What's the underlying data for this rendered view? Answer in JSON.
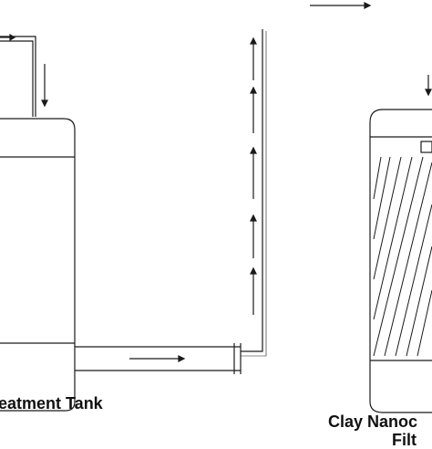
{
  "diagram": {
    "labels": {
      "left_tank_visible": "eatment Tank",
      "right_filter_line1": "Clay Nanoc",
      "right_filter_line2": "Filt"
    },
    "colors": {
      "stroke": "#1a1a1a",
      "fill": "#ffffff"
    }
  }
}
